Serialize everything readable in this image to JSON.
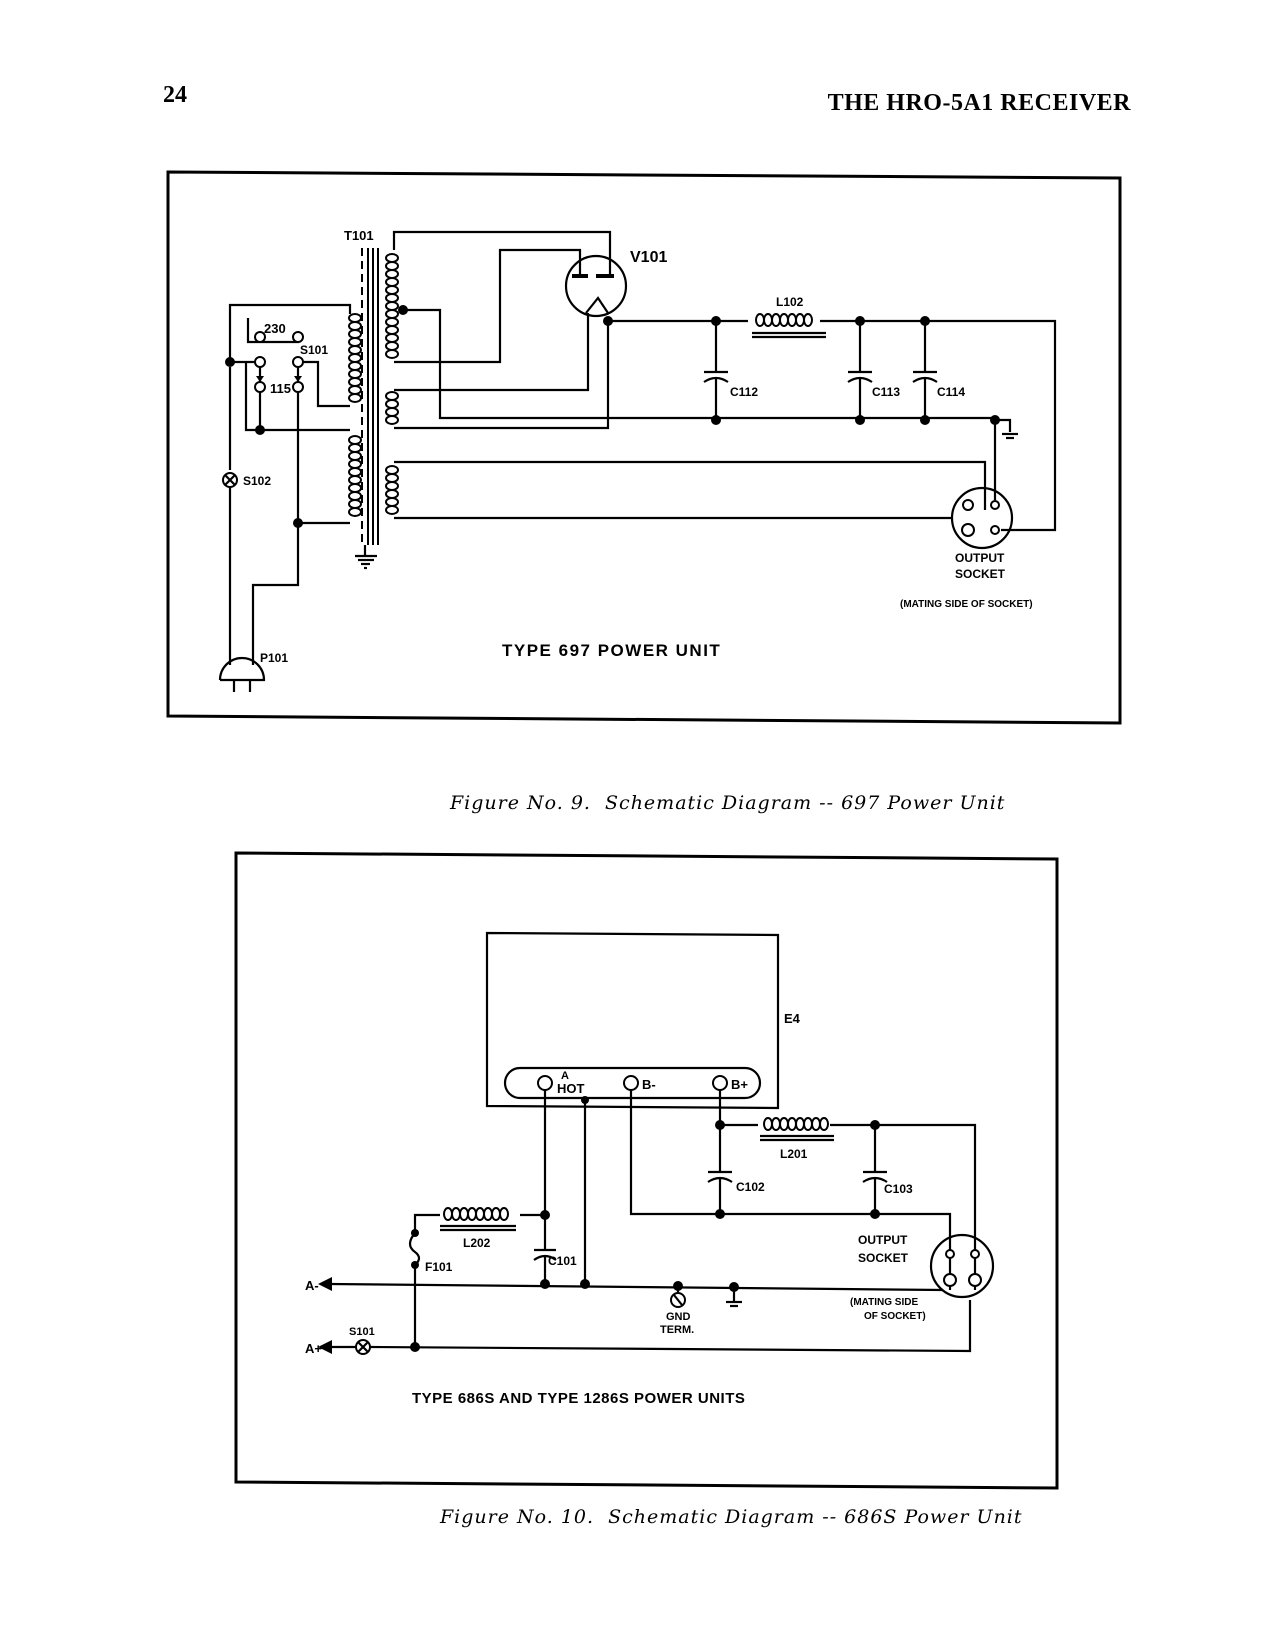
{
  "page": {
    "number": "24",
    "running_head": "THE HRO-5A1 RECEIVER"
  },
  "figure9": {
    "caption": "Figure No. 9.  Schematic Diagram -- 697 Power Unit",
    "title": "TYPE  697  POWER UNIT",
    "labels": {
      "transformer": "T101",
      "tube": "V101",
      "choke": "L102",
      "cap1": "C112",
      "cap2": "C113",
      "cap3": "C114",
      "switch_main": "S101",
      "switch_230": "230",
      "switch_115": "115",
      "switch_power": "S102",
      "plug": "P101",
      "socket_line1": "OUTPUT",
      "socket_line2": "SOCKET",
      "socket_note": "(MATING SIDE OF SOCKET)"
    }
  },
  "figure10": {
    "caption": "Figure No. 10.  Schematic Diagram -- 686S Power Unit",
    "title": "TYPE 686S AND TYPE 1286S POWER UNITS",
    "labels": {
      "unit": "E4",
      "term_a_top": "A",
      "term_a_bottom": "HOT",
      "term_bminus": "B-",
      "term_bplus": "B+",
      "choke1": "L201",
      "choke2": "L202",
      "cap1": "C101",
      "cap2": "C102",
      "cap3": "C103",
      "fuse": "F101",
      "switch": "S101",
      "a_minus": "A-",
      "a_plus": "A+",
      "gnd_line1": "GND",
      "gnd_line2": "TERM.",
      "socket_line1": "OUTPUT",
      "socket_line2": "SOCKET",
      "socket_note1": "(MATING SIDE",
      "socket_note2": "OF SOCKET)"
    }
  }
}
